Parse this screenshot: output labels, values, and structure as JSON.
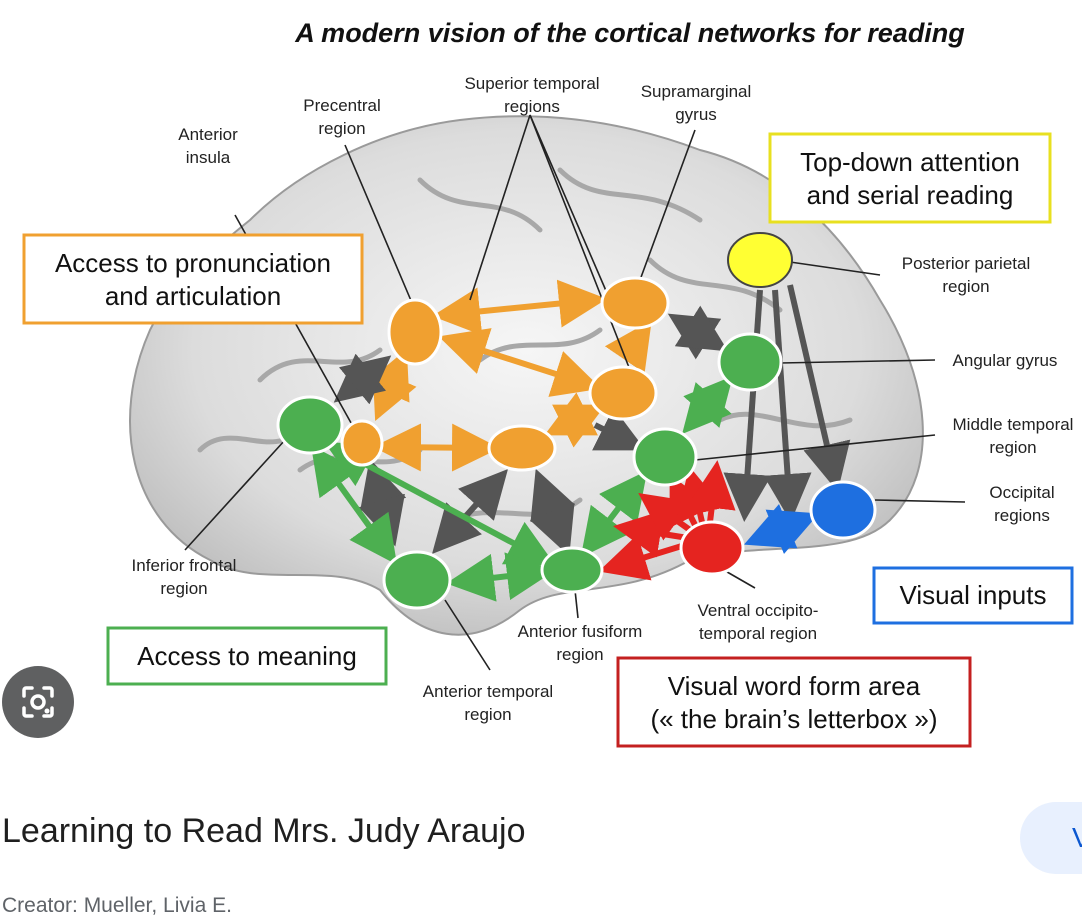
{
  "figure": {
    "title": "A modern vision of the cortical networks for reading",
    "labels": {
      "anterior_insula": [
        "Anterior",
        "insula"
      ],
      "precentral": [
        "Precentral",
        "region"
      ],
      "superior_temporal": [
        "Superior temporal",
        "regions"
      ],
      "supramarginal": [
        "Supramarginal",
        "gyrus"
      ],
      "posterior_parietal": [
        "Posterior parietal",
        "region"
      ],
      "angular_gyrus": [
        "Angular gyrus"
      ],
      "middle_temporal": [
        "Middle temporal",
        "region"
      ],
      "occipital": [
        "Occipital",
        "regions"
      ],
      "inferior_frontal": [
        "Inferior frontal",
        "region"
      ],
      "anterior_fusiform": [
        "Anterior fusiform",
        "region"
      ],
      "ventral_occipito_temporal": [
        "Ventral occipito-",
        "temporal region"
      ],
      "anterior_temporal": [
        "Anterior temporal",
        "region"
      ]
    },
    "boxes": {
      "pronunciation": [
        "Access to pronunciation",
        "and articulation"
      ],
      "attention": [
        "Top-down attention",
        "and serial reading"
      ],
      "meaning": [
        "Access to meaning"
      ],
      "visual_inputs": [
        "Visual inputs"
      ],
      "vwfa": [
        "Visual word form area",
        "(« the brain’s letterbox »)"
      ]
    },
    "colors": {
      "orange": "#f0a030",
      "green": "#4caf50",
      "red": "#e52420",
      "blue": "#1e6fe0",
      "yellow": "#ffff33",
      "gray_arrow": "#555555"
    }
  },
  "lens": {
    "icon": "lens-icon"
  },
  "result": {
    "title": "Learning to Read Mrs. Judy Araujo",
    "creator": "Creator: Mueller, Livia E.",
    "visit_label": "V"
  }
}
